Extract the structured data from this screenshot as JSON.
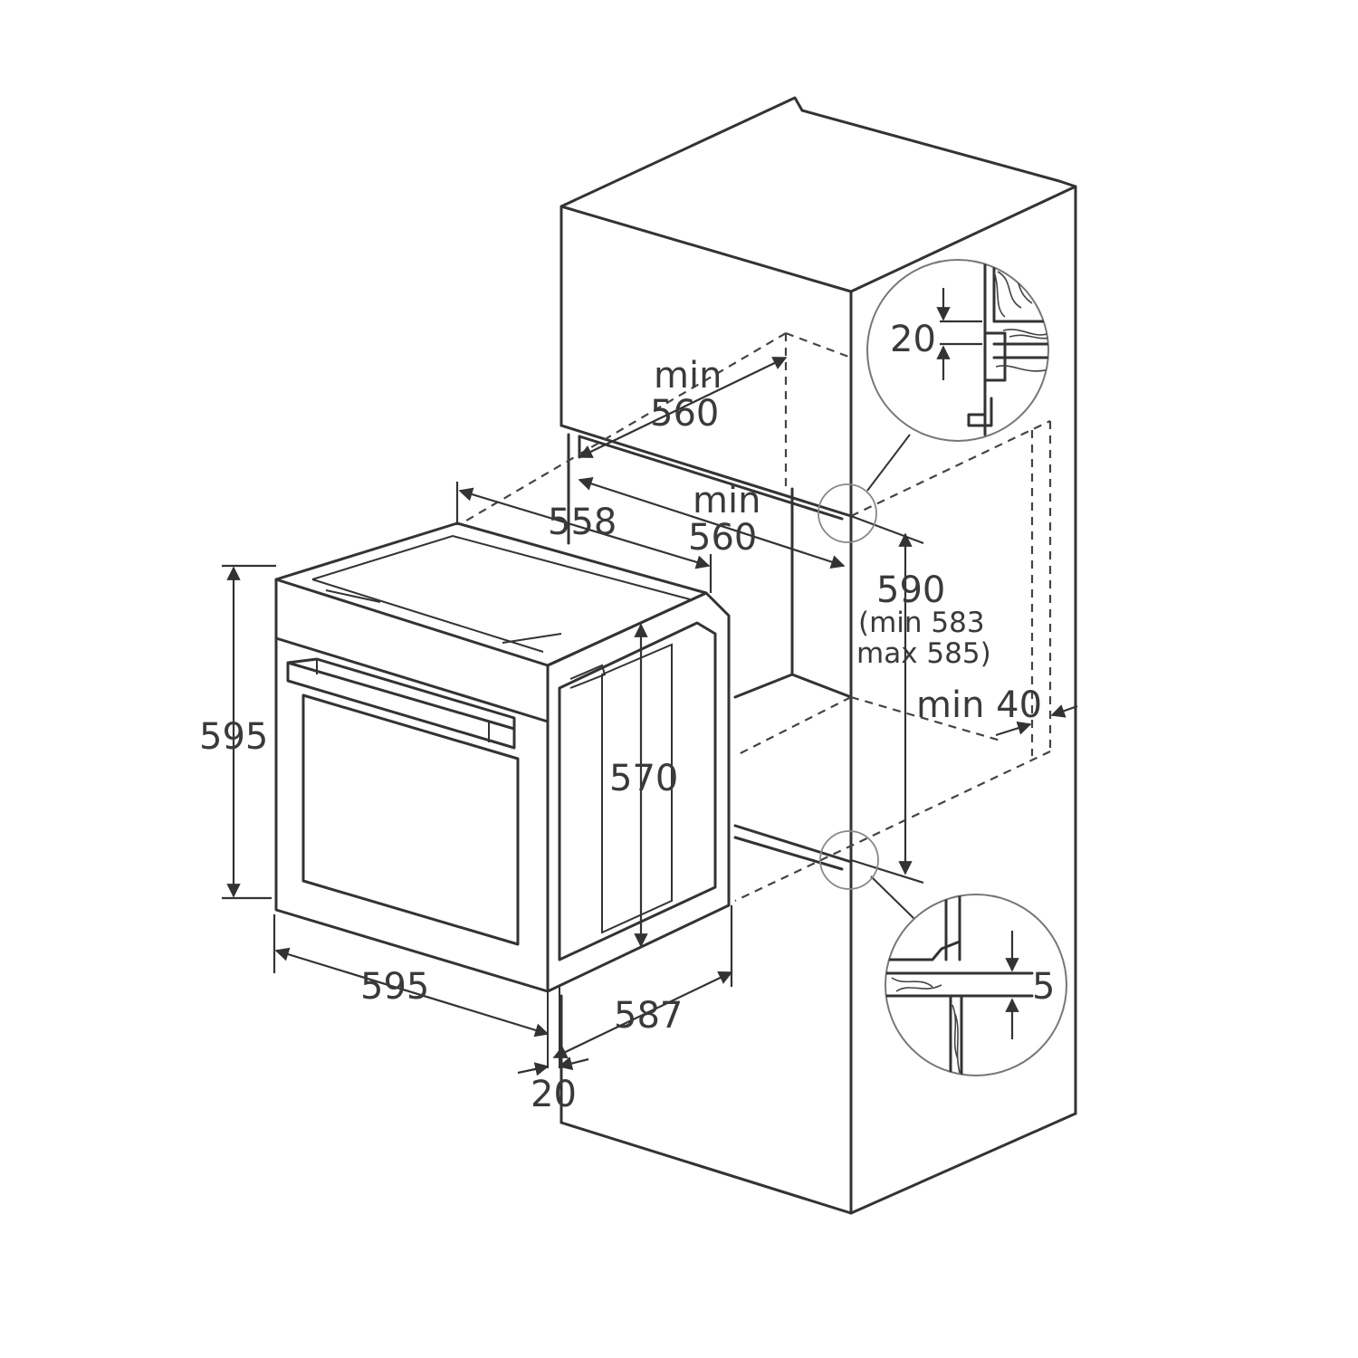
{
  "dimensions": {
    "cab_depth_min_label": "min",
    "cab_depth_min_value": "560",
    "oven_depth_body": "558",
    "cab_width_min_label": "min",
    "cab_width_min_value": "560",
    "cab_height": "590",
    "cab_height_min": "(min 583",
    "cab_height_max": "max 585)",
    "rear_gap": "min 40",
    "oven_height": "595",
    "oven_width": "595",
    "oven_depth": "587",
    "oven_side_height": "570",
    "front_panel": "20",
    "detail_top_gap": "20",
    "detail_bottom_gap": "5"
  },
  "colors": {
    "line": "#333333",
    "text": "#3a3a3a",
    "background": "#ffffff"
  }
}
